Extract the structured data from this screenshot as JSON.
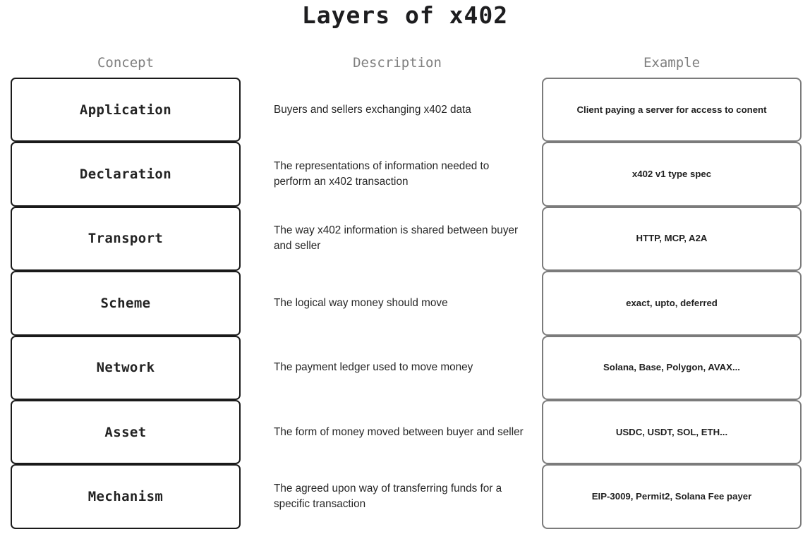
{
  "title": "Layers of x402",
  "columns": {
    "concept": "Concept",
    "description": "Description",
    "example": "Example"
  },
  "colors": {
    "title_text": "#1d1d1f",
    "header_text": "#7f7f7f",
    "concept_border": "#1a1a1a",
    "example_border": "#7b7b7b",
    "body_text": "#262626",
    "background": "#ffffff"
  },
  "rows": [
    {
      "concept": "Application",
      "description": "Buyers and sellers exchanging x402 data",
      "example": "Client paying a server for access to conent"
    },
    {
      "concept": "Declaration",
      "description": "The representations of information needed to perform an x402 transaction",
      "example": "x402 v1 type spec"
    },
    {
      "concept": "Transport",
      "description": "The way x402 information is shared between buyer and seller",
      "example": "HTTP, MCP, A2A"
    },
    {
      "concept": "Scheme",
      "description": "The logical way money should move",
      "example": "exact, upto, deferred"
    },
    {
      "concept": "Network",
      "description": "The payment ledger used to move money",
      "example": "Solana, Base, Polygon, AVAX..."
    },
    {
      "concept": "Asset",
      "description": "The form of money moved between buyer and seller",
      "example": "USDC, USDT, SOL, ETH..."
    },
    {
      "concept": "Mechanism",
      "description": "The agreed upon way of transferring funds for a specific transaction",
      "example": "EIP-3009, Permit2, Solana Fee payer"
    }
  ]
}
